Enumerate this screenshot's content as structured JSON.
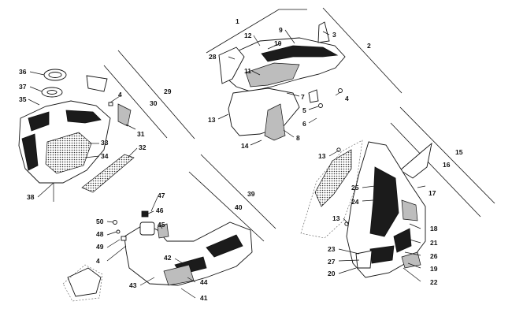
{
  "labels": {
    "1": "1",
    "2": "2",
    "3": "3",
    "4": "4",
    "5": "5",
    "6": "6",
    "7": "7",
    "8": "8",
    "9": "9",
    "10": "10",
    "11": "11",
    "12": "12",
    "13": "13",
    "14": "14",
    "15": "15",
    "16": "16",
    "17": "17",
    "18": "18",
    "19": "19",
    "20": "20",
    "21": "21",
    "22": "22",
    "23": "23",
    "24": "24",
    "25": "25",
    "26": "26",
    "27": "27",
    "28": "28",
    "29": "29",
    "30": "30",
    "31": "31",
    "32": "32",
    "33": "33",
    "34": "34",
    "35": "35",
    "36": "36",
    "37": "37",
    "38": "38",
    "39": "39",
    "40": "40",
    "41": "41",
    "42": "42",
    "43": "43",
    "44": "44",
    "45": "45",
    "46": "46",
    "47": "47",
    "48": "48",
    "49": "49",
    "50": "50"
  }
}
